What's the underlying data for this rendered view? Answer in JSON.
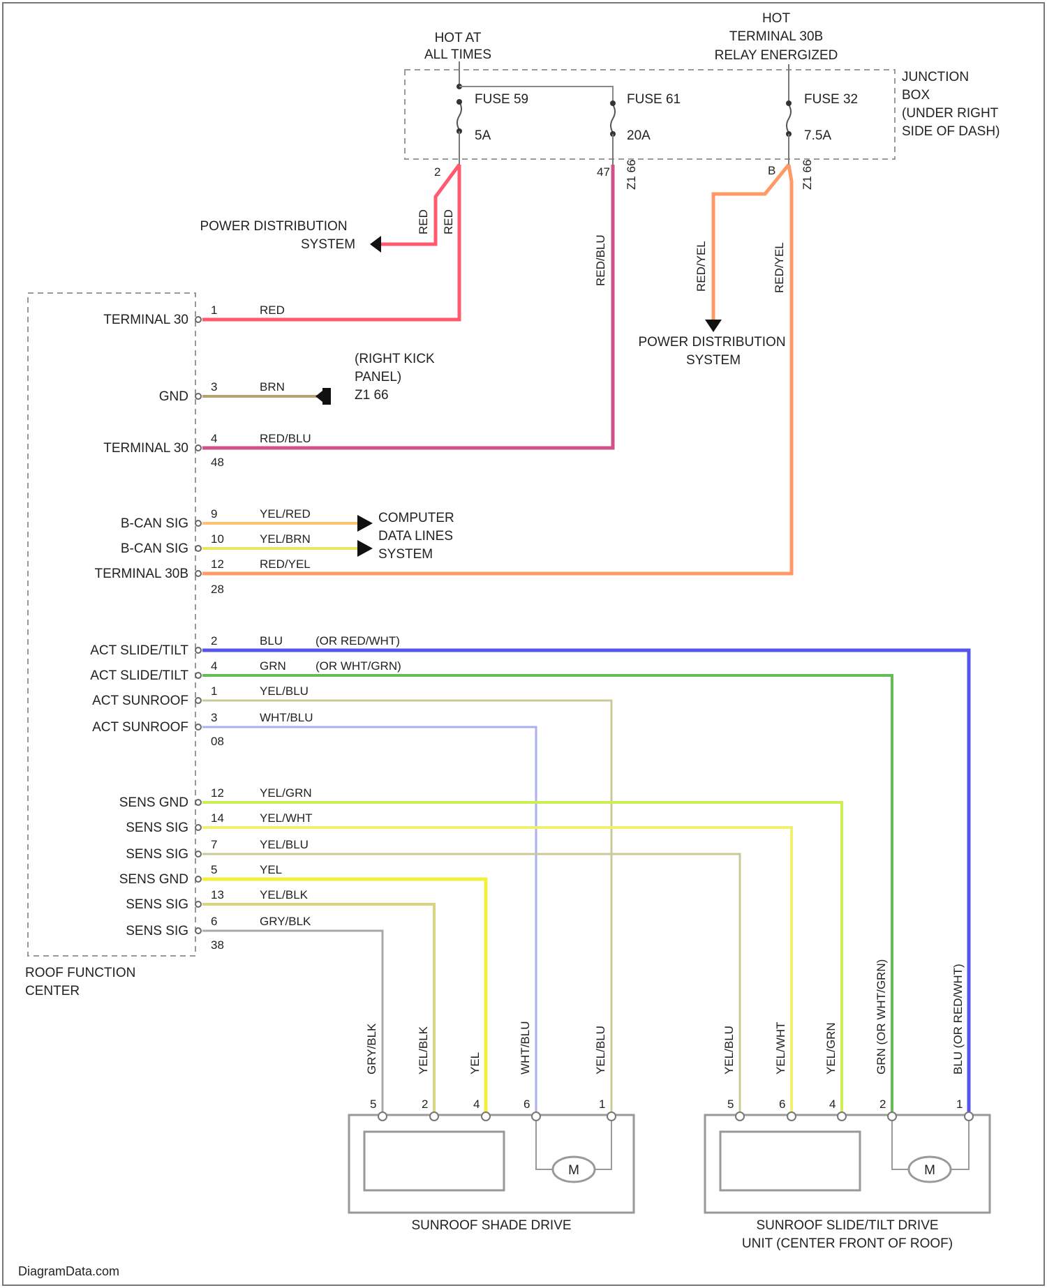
{
  "supply": {
    "hot_at_all_times": [
      "HOT AT",
      "ALL TIMES"
    ],
    "hot_terminal": [
      "HOT",
      "TERMINAL 30B",
      "RELAY ENERGIZED"
    ],
    "junction_box": [
      "JUNCTION",
      "BOX",
      "(UNDER RIGHT",
      "SIDE OF DASH)"
    ]
  },
  "fuses": [
    {
      "name": "FUSE 59",
      "rating": "5A"
    },
    {
      "name": "FUSE 61",
      "rating": "20A"
    },
    {
      "name": "FUSE 32",
      "rating": "7.5A"
    }
  ],
  "splices": [
    "Z1 66",
    "Z1 66"
  ],
  "destinations": {
    "power_distribution_left": [
      "POWER DISTRIBUTION",
      "SYSTEM"
    ],
    "power_distribution_right": [
      "POWER DISTRIBUTION",
      "SYSTEM"
    ],
    "computer_data_lines": [
      "COMPUTER",
      "DATA LINES",
      "SYSTEM"
    ],
    "ground": [
      "(RIGHT KICK",
      "PANEL)",
      "Z1 66"
    ]
  },
  "module": {
    "name": [
      "ROOF FUNCTION",
      "CENTER"
    ],
    "connector_labels": [
      "48",
      "28",
      "08",
      "38"
    ]
  },
  "terminals": [
    {
      "name": "TERMINAL 30",
      "pin": "1",
      "wire": "RED",
      "color": "#ff5a6e"
    },
    {
      "name": "GND",
      "pin": "3",
      "wire": "BRN",
      "color": "#b8a070"
    },
    {
      "name": "TERMINAL 30",
      "pin": "4",
      "wire": "RED/BLU",
      "color": "#d0508a"
    },
    {
      "name": "B-CAN SIG",
      "pin": "9",
      "wire": "YEL/RED",
      "color": "#ffc070"
    },
    {
      "name": "B-CAN SIG",
      "pin": "10",
      "wire": "YEL/BRN",
      "color": "#e8e860"
    },
    {
      "name": "TERMINAL 30B",
      "pin": "12",
      "wire": "RED/YEL",
      "color": "#ff9a66"
    },
    {
      "name": "ACT SLIDE/TILT",
      "pin": "2",
      "wire": "BLU",
      "alt": "(OR RED/WHT)",
      "color": "#5555ee"
    },
    {
      "name": "ACT SLIDE/TILT",
      "pin": "4",
      "wire": "GRN",
      "alt": "(OR WHT/GRN)",
      "color": "#66bb55"
    },
    {
      "name": "ACT SUNROOF",
      "pin": "1",
      "wire": "YEL/BLU",
      "color": "#c8c898"
    },
    {
      "name": "ACT SUNROOF",
      "pin": "3",
      "wire": "WHT/BLU",
      "color": "#aab0ee"
    },
    {
      "name": "SENS GND",
      "pin": "12",
      "wire": "YEL/GRN",
      "color": "#ccee55"
    },
    {
      "name": "SENS SIG",
      "pin": "14",
      "wire": "YEL/WHT",
      "color": "#f0f070"
    },
    {
      "name": "SENS SIG",
      "pin": "7",
      "wire": "YEL/BLU",
      "color": "#c8c898"
    },
    {
      "name": "SENS GND",
      "pin": "5",
      "wire": "YEL",
      "color": "#f2f03c"
    },
    {
      "name": "SENS SIG",
      "pin": "13",
      "wire": "YEL/BLK",
      "color": "#d6d680"
    },
    {
      "name": "SENS SIG",
      "pin": "6",
      "wire": "GRY/BLK",
      "color": "#a8a8a8"
    }
  ],
  "vertical_wire_labels": {
    "supply_left": [
      "RED",
      "RED"
    ],
    "supply_mid": "RED/BLU",
    "supply_right": [
      "RED/YEL",
      "RED/YEL"
    ]
  },
  "drives": [
    {
      "name": [
        "SUNROOF SHADE DRIVE"
      ],
      "motor": "M",
      "wires": [
        {
          "label": "GRY/BLK",
          "pin": "5"
        },
        {
          "label": "YEL/BLK",
          "pin": "2"
        },
        {
          "label": "YEL",
          "pin": "4"
        },
        {
          "label": "WHT/BLU",
          "pin": "6"
        },
        {
          "label": "YEL/BLU",
          "pin": "1"
        }
      ]
    },
    {
      "name": [
        "SUNROOF SLIDE/TILT DRIVE",
        "UNIT (CENTER FRONT OF ROOF)"
      ],
      "motor": "M",
      "wires": [
        {
          "label": "YEL/BLU",
          "pin": "5"
        },
        {
          "label": "YEL/WHT",
          "pin": "6"
        },
        {
          "label": "YEL/GRN",
          "pin": "4"
        },
        {
          "label": "GRN (OR WHT/GRN)",
          "pin": "2"
        },
        {
          "label": "BLU (OR RED/WHT)",
          "pin": "1"
        }
      ]
    }
  ],
  "watermark": "DiagramData.com"
}
